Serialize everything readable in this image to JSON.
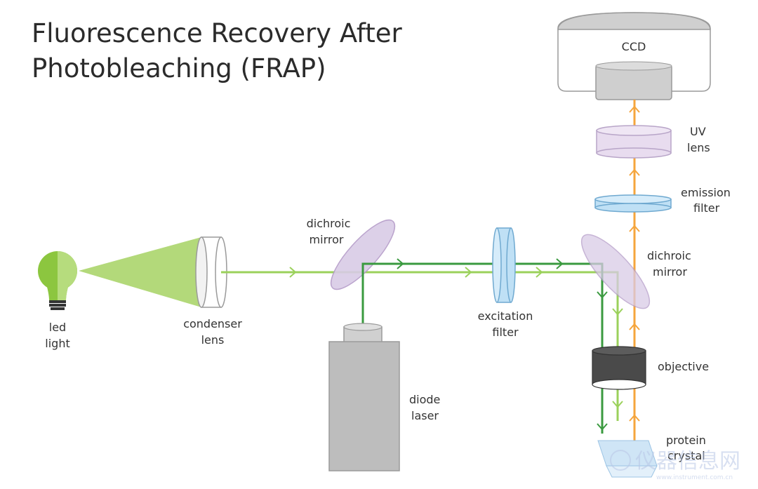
{
  "title": {
    "line1": "Fluorescence Recovery After",
    "line2": "Photobleaching (FRAP)"
  },
  "labels": {
    "ccd": "CCD",
    "uv_lens": [
      "UV",
      "lens"
    ],
    "emission_filter": [
      "emission",
      "filter"
    ],
    "dichroic_mirror_left": [
      "dichroic",
      "mirror"
    ],
    "dichroic_mirror_right": [
      "dichroic",
      "mirror"
    ],
    "led_light": [
      "led",
      "light"
    ],
    "condenser_lens": [
      "condenser",
      "lens"
    ],
    "excitation_filter": [
      "excitation",
      "filter"
    ],
    "objective": "objective",
    "diode_laser": [
      "diode",
      "laser"
    ],
    "protein_crystal": [
      "protein",
      "crystal"
    ]
  },
  "watermark": {
    "text": "仪器信息网",
    "small": "www.instrument.com.cn"
  },
  "colors": {
    "led_green": "#8cc63f",
    "led_beam_green": "#9bd15b",
    "laser_green": "#3a9a3f",
    "emission_orange": "#f5a53c",
    "dichroic_purple": "#d9cbe6",
    "filter_blue": "#bfe0f5",
    "uv_lens_lavender": "#e8dcef",
    "objective_dark": "#4a4a4a",
    "laser_gray": "#bdbdbd"
  }
}
